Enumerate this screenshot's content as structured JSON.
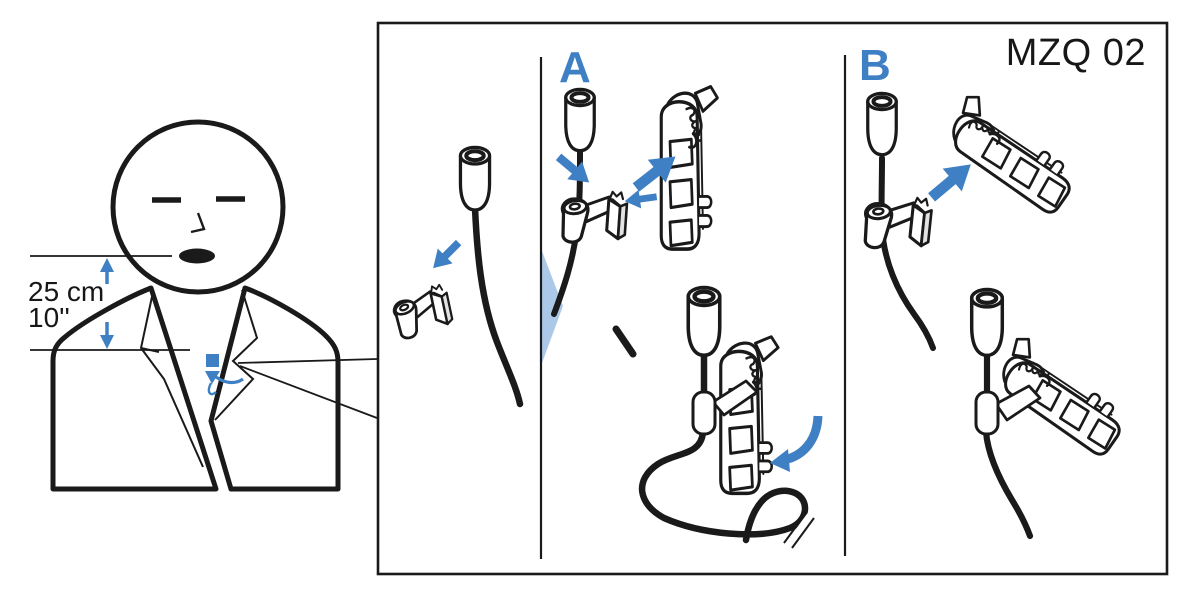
{
  "title": "MZQ 02",
  "measurement": {
    "metric": "25 cm",
    "imperial": "10''"
  },
  "steps": {
    "a_label": "A",
    "b_label": "B"
  },
  "colors": {
    "accent_blue": "#3f7fc4",
    "light_blue": "#abc8e8",
    "line": "#1a1a1a",
    "background": "#ffffff"
  },
  "icons": [
    "person-figure",
    "lavalier-microphone",
    "cable-clip",
    "mzq-holder",
    "direction-arrow",
    "curved-arrow",
    "distance-arrows",
    "zoom-callout-wedge",
    "cable-break-mark",
    "clip-position-marker"
  ]
}
